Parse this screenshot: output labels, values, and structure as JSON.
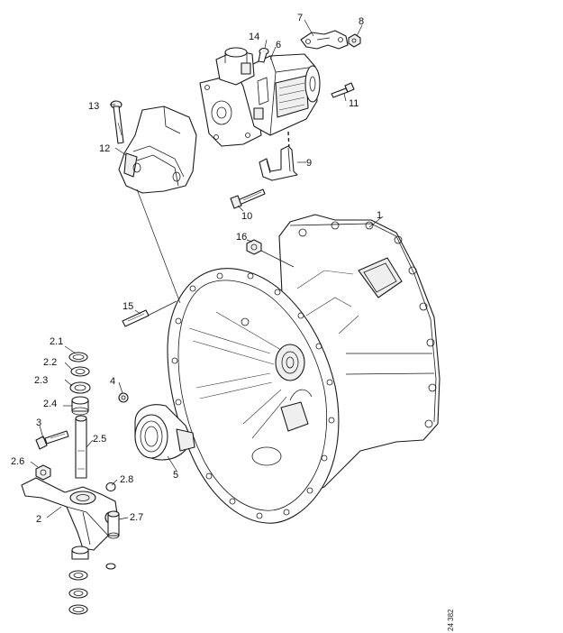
{
  "callouts": {
    "c1": "1",
    "c2": "2",
    "c2_1": "2.1",
    "c2_2": "2.2",
    "c2_3": "2.3",
    "c2_4": "2.4",
    "c2_5": "2.5",
    "c2_6": "2.6",
    "c2_7": "2.7",
    "c2_8": "2.8",
    "c3": "3",
    "c4": "4",
    "c5": "5",
    "c6": "6",
    "c7": "7",
    "c8": "8",
    "c9": "9",
    "c10": "10",
    "c11": "11",
    "c12": "12",
    "c13": "13",
    "c14": "14",
    "c15": "15",
    "c16": "16"
  },
  "figure_ref": "24 382"
}
